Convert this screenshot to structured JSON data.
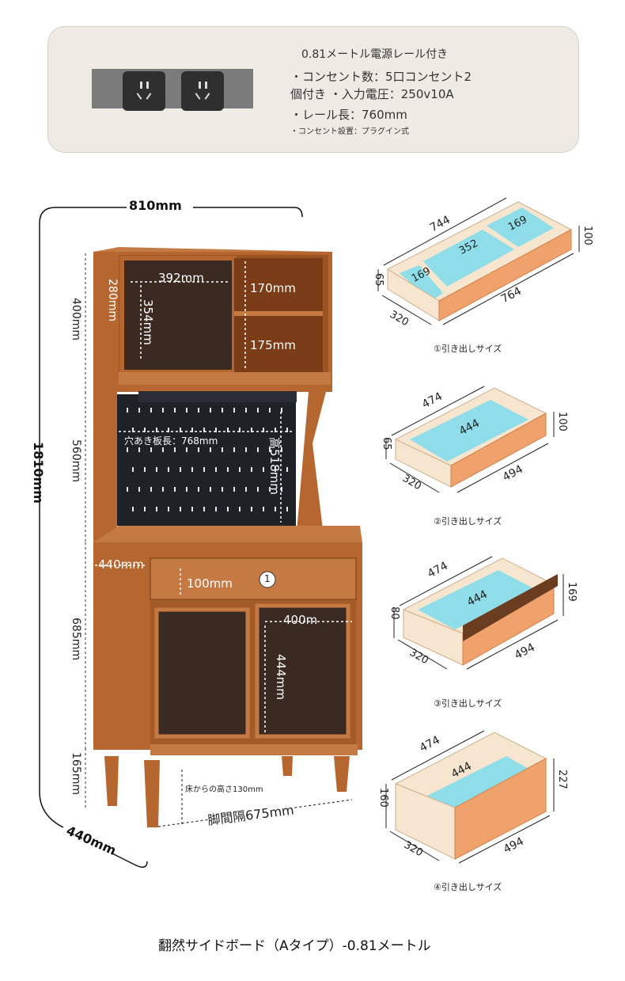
{
  "power_rail": {
    "title": "0.81メートル電源レール付き",
    "line1": "・コンセント数：5口コンセント2",
    "line2": "個付き ・入力電圧：250v10A",
    "line3": "・レール長：760mm",
    "line4": "・コンセント設置：プラグイン式"
  },
  "cabinet": {
    "width": "810mm",
    "total_height": "1810mm",
    "depth": "440mm",
    "h_top": "400mm",
    "h_mid": "560mm",
    "h_lower": "685mm",
    "h_legs": "165mm",
    "top_door_w": "392mm",
    "top_door_h": "354mm",
    "top_depth": "280mm",
    "shelf_170": "170mm",
    "shelf_175": "175mm",
    "pegboard_w": "穴あき板長：768mm",
    "pegboard_h": "高518mm",
    "drawer_depth": "440mm",
    "drawer_h": "100mm",
    "drawer_num": "1",
    "lower_door_w": "400m",
    "lower_door_h": "444mm",
    "floor_clear": "床からの高さ130mm",
    "leg_span": "脚間隔675mm"
  },
  "drawers": [
    {
      "top": "744",
      "side_h": "65",
      "front_h": "100",
      "d1": "169",
      "d2": "352",
      "d3": "169",
      "depth": "320",
      "len": "764",
      "caption": "①引き出しサイズ"
    },
    {
      "top": "474",
      "side_h": "65",
      "front_h": "100",
      "inner": "444",
      "depth": "320",
      "len": "494",
      "caption": "②引き出しサイズ"
    },
    {
      "top": "474",
      "side_h": "80",
      "front_h": "169",
      "inner": "444",
      "depth": "320",
      "len": "494",
      "caption": "③引き出しサイズ"
    },
    {
      "top": "474",
      "side_h": "160",
      "front_h": "227",
      "inner": "444",
      "depth": "320",
      "len": "494",
      "caption": "④引き出しサイズ"
    }
  ],
  "footer_title": "翻然サイドボード（Aタイプ）-0.81メートル",
  "colors": {
    "wood": "#b5672f",
    "wood_dark": "#8f4c1f",
    "pegboard": "#1e2126",
    "glass": "#3b2a22",
    "drawer_inner": "#f6e6cf",
    "drawer_blue": "#8fdde9",
    "drawer_front": "#f0a26d"
  }
}
